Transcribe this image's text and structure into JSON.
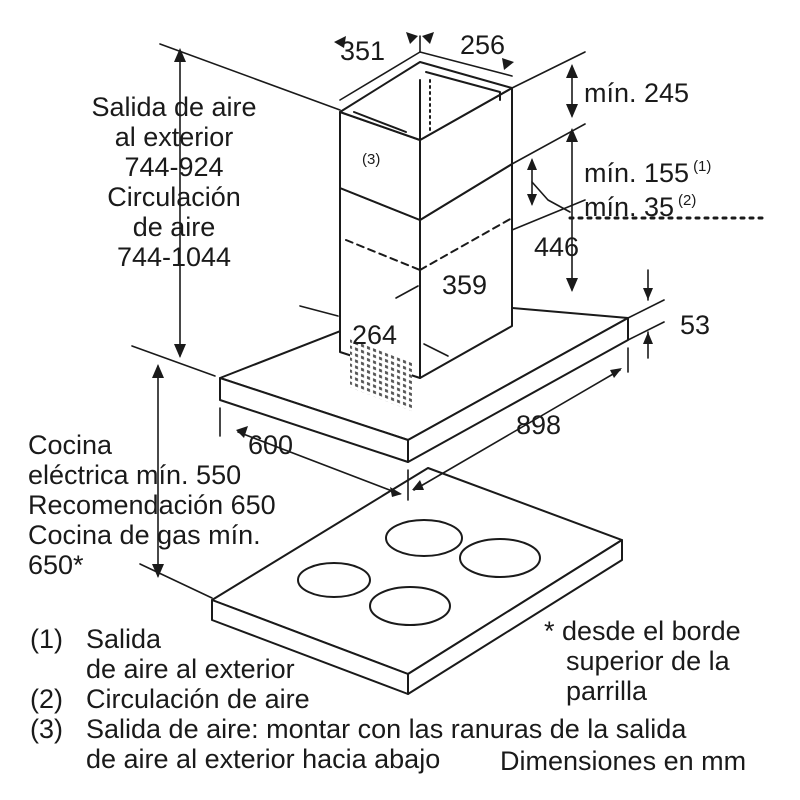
{
  "dimensions": {
    "top_width": "351",
    "top_depth": "256",
    "min_245": "mín. 245",
    "min_155": "mín. 155",
    "min_155_ref": "(1)",
    "min_35": "mín. 35",
    "min_35_ref": "(2)",
    "d446": "446",
    "d359": "359",
    "d264": "264",
    "d53": "53",
    "d898": "898",
    "d600": "600",
    "callout3": "(3)"
  },
  "left_label": {
    "line1": "Salida de aire",
    "line2": "al exterior",
    "line3": "744-924",
    "line4": "Circulación",
    "line5": "de aire",
    "line6": "744-1044"
  },
  "cooktop_label": {
    "line1": "Cocina",
    "line2": "eléctrica mín. 550",
    "line3": "Recomendación 650",
    "line4": "Cocina de gas mín.",
    "line5": "650*"
  },
  "note": {
    "line1": "* desde el borde",
    "line2": "superior de la",
    "line3": "parrilla"
  },
  "legend": [
    {
      "num": "(1)",
      "text": "Salida"
    },
    {
      "num": "",
      "text": "de aire al exterior"
    },
    {
      "num": "(2)",
      "text": "Circulación de aire"
    },
    {
      "num": "(3)",
      "text": "Salida de aire: montar con las ranuras de la salida"
    },
    {
      "num": "",
      "text": "de aire al exterior hacia abajo"
    }
  ],
  "units": "Dimensiones en mm"
}
